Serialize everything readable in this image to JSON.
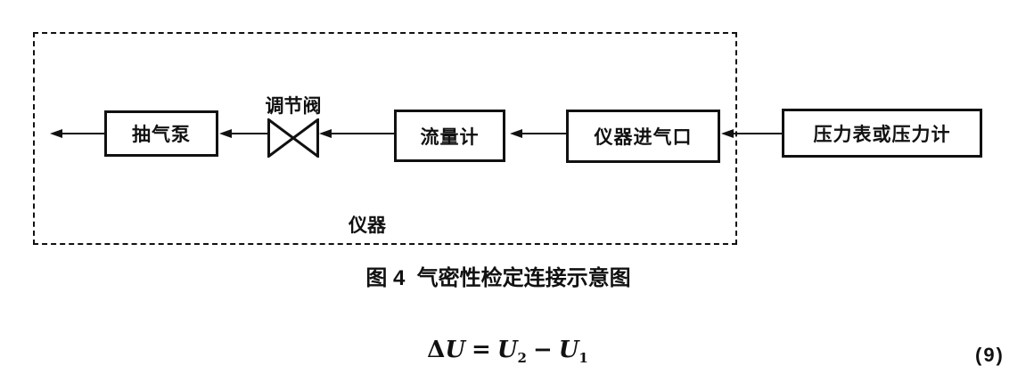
{
  "figure": {
    "caption": "图 4  气密性检定连接示意图",
    "boundary_label": "仪器",
    "valve_label": "调节阀",
    "boxes": [
      {
        "label": "抽气泵"
      },
      {
        "label": "流量计"
      },
      {
        "label": "仪器进气口"
      },
      {
        "label": "压力表或压力计"
      }
    ],
    "flow_direction": "right-to-left"
  },
  "equation": {
    "delta": "Δ",
    "lhs_var": "U",
    "equals": "=",
    "term2_var": "U",
    "term2_sub": "2",
    "minus": "−",
    "term1_var": "U",
    "term1_sub": "1",
    "number": "(9)"
  },
  "colors": {
    "ink": "#111111",
    "background": "#ffffff"
  }
}
